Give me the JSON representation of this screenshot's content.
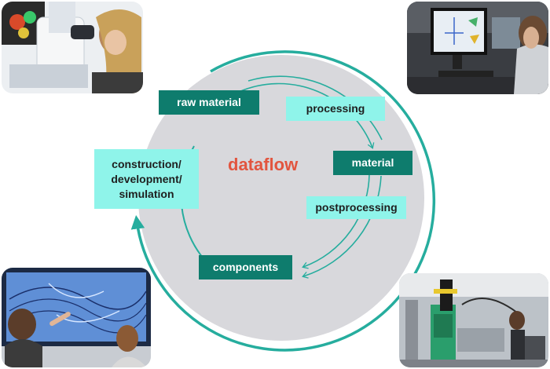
{
  "diagram": {
    "center_title": "dataflow",
    "stages": {
      "raw_material": "raw material",
      "processing": "processing",
      "material": "material",
      "postprocessing": "postprocessing",
      "components": "components",
      "construction": [
        "construction/",
        "development/",
        "simulation"
      ]
    },
    "photos": [
      {
        "name": "microscope-photo"
      },
      {
        "name": "computer-workstation-photo"
      },
      {
        "name": "touchscreen-simulation-photo"
      },
      {
        "name": "injection-molding-machine-photo"
      }
    ]
  },
  "colors": {
    "accent_dark": "#0e7c6d",
    "accent_light": "#8ff4ea",
    "cycle_teal": "#26ad9e",
    "title_red": "#e2553f",
    "circle_fill": "#d8d8dc"
  }
}
